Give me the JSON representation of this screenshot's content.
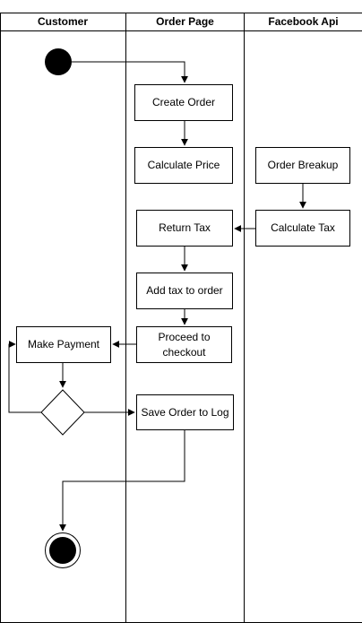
{
  "lanes": {
    "customer": "Customer",
    "order_page": "Order Page",
    "facebook_api": "Facebook Api"
  },
  "nodes": {
    "create_order": "Create Order",
    "calculate_price": "Calculate Price",
    "order_breakup": "Order Breakup",
    "calculate_tax": "Calculate Tax",
    "return_tax": "Return Tax",
    "add_tax_to_order": "Add tax to order",
    "proceed_to_checkout": "Proceed to checkout",
    "make_payment": "Make Payment",
    "save_order_to_log": "Save Order to Log"
  }
}
